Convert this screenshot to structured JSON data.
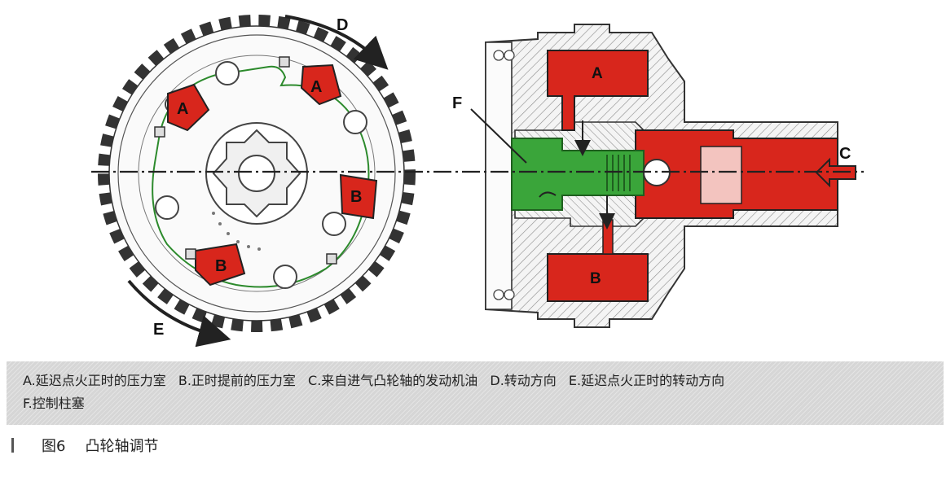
{
  "diagram": {
    "labels": {
      "A": "A",
      "B": "B",
      "C": "C",
      "D": "D",
      "E": "E",
      "F": "F"
    },
    "colors": {
      "pressure_chamber": "#d8261c",
      "control_piston": "#3aa53a",
      "housing_hatch": "#9a9a9a",
      "outline": "#222222"
    }
  },
  "legend": {
    "items": [
      "A.延迟点火正时的压力室",
      "B.正时提前的压力室",
      "C.来自进气凸轮轴的发动机油",
      "D.转动方向",
      "E.延迟点火正时的转动方向",
      "F.控制柱塞"
    ]
  },
  "figure": {
    "number": "图6",
    "title": "凸轮轴调节"
  }
}
